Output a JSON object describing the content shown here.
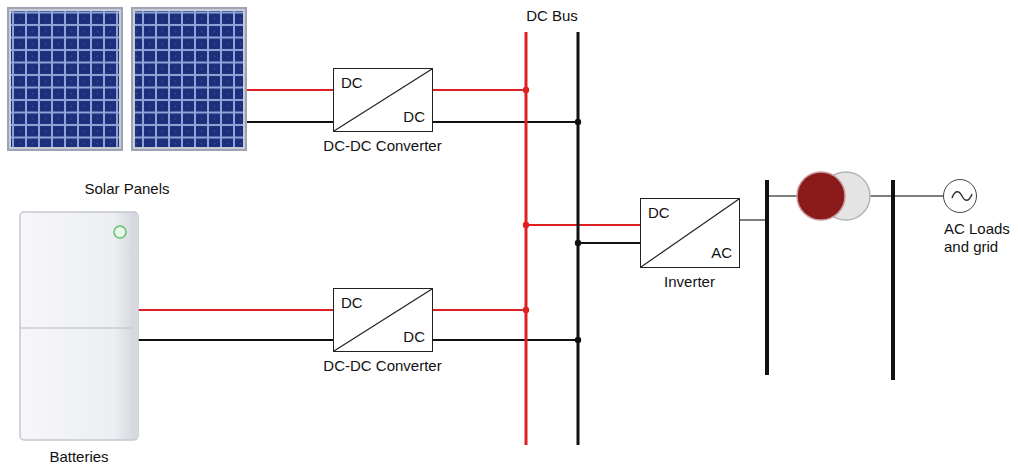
{
  "diagram": {
    "nodes": [
      {
        "text": [
          "Solar Panels"
        ]
      },
      {
        "text": [
          "DC",
          "DC",
          "DC-DC Converter"
        ]
      },
      {
        "text": [
          "DC Bus"
        ]
      },
      {
        "text": [
          "Batteries"
        ]
      },
      {
        "text": [
          "DC",
          "DC",
          "DC-DC Converter"
        ]
      },
      {
        "text": [
          "DC",
          "AC",
          "Inverter"
        ]
      },
      {
        "text": [
          "AC Loads and grid"
        ]
      }
    ],
    "edges": [
      {
        "from": 0,
        "to": 1,
        "arrow": "none"
      },
      {
        "from": 1,
        "to": 2,
        "arrow": "none"
      },
      {
        "from": 3,
        "to": 4,
        "arrow": "none"
      },
      {
        "from": 4,
        "to": 2,
        "arrow": "none"
      },
      {
        "from": 2,
        "to": 5,
        "arrow": "none"
      },
      {
        "from": 5,
        "to": 6,
        "arrow": "none"
      }
    ]
  }
}
